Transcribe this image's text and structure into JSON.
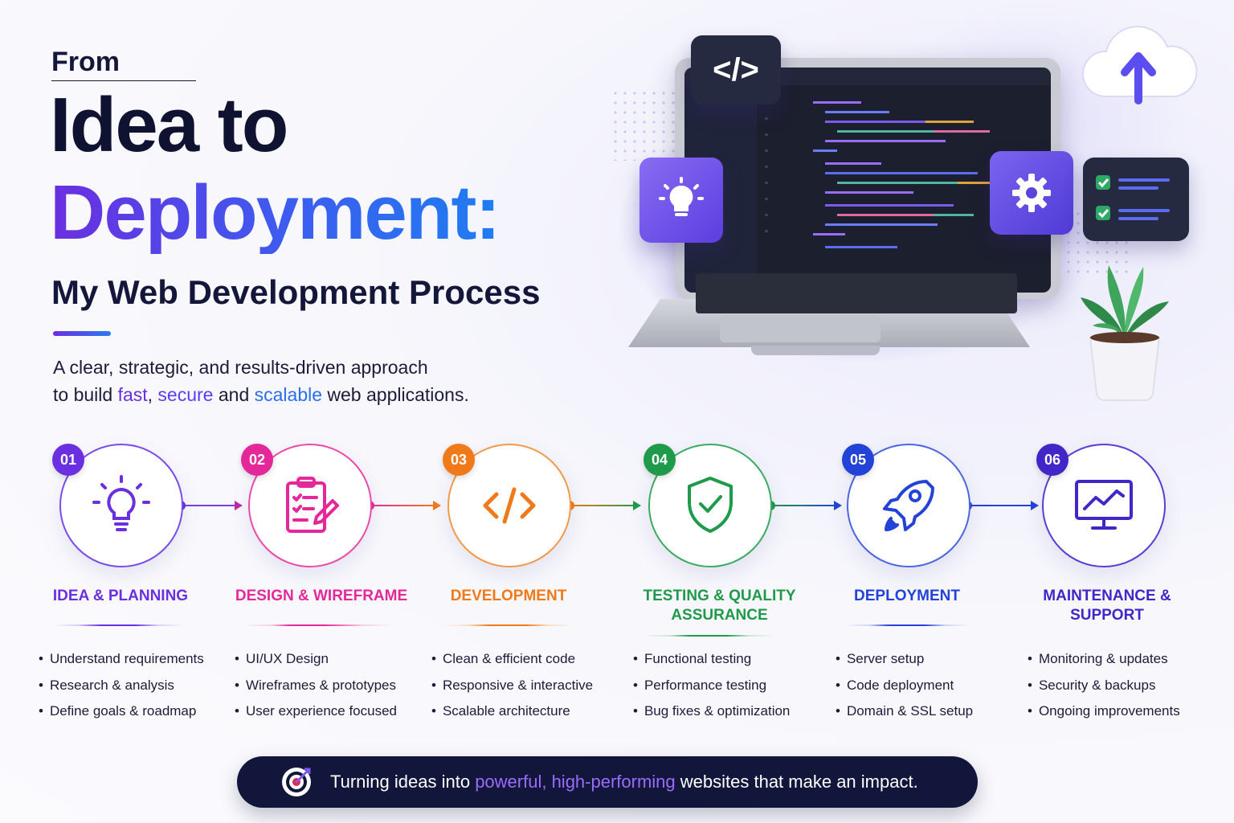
{
  "header": {
    "kicker": "From",
    "title_line1": "Idea to",
    "title_line2": "Deployment:",
    "subtitle": "My Web Development Process",
    "desc_line1": "A clear, strategic, and results-driven approach",
    "desc_part1": "to build ",
    "desc_fast": "fast",
    "desc_comma": ", ",
    "desc_secure": "secure",
    "desc_and": " and ",
    "desc_scalable": "scalable",
    "desc_end": " web applications."
  },
  "hero": {
    "code_tile_label": "</>"
  },
  "steps": [
    {
      "number": "01",
      "title": "IDEA & PLANNING",
      "color": "#6a2fe0",
      "icon": "lightbulb-icon",
      "items": [
        "Understand requirements",
        "Research & analysis",
        "Define goals & roadmap"
      ]
    },
    {
      "number": "02",
      "title": "DESIGN & WIREFRAME",
      "color": "#e4289a",
      "icon": "clipboard-icon",
      "items": [
        "UI/UX Design",
        "Wireframes & prototypes",
        "User experience focused"
      ]
    },
    {
      "number": "03",
      "title": "DEVELOPMENT",
      "color": "#f07a1a",
      "icon": "code-icon",
      "items": [
        "Clean & efficient code",
        "Responsive & interactive",
        "Scalable architecture"
      ]
    },
    {
      "number": "04",
      "title_line1": "TESTING & QUALITY",
      "title_line2": "ASSURANCE",
      "color": "#1f9a4a",
      "icon": "shield-check-icon",
      "items": [
        "Functional testing",
        "Performance testing",
        "Bug fixes & optimization"
      ]
    },
    {
      "number": "05",
      "title": "DEPLOYMENT",
      "color": "#2342d8",
      "icon": "rocket-icon",
      "items": [
        "Server setup",
        "Code deployment",
        "Domain & SSL setup"
      ]
    },
    {
      "number": "06",
      "title_line1": "MAINTENANCE &",
      "title_line2": "SUPPORT",
      "color": "#4326c8",
      "icon": "monitor-chart-icon",
      "items": [
        "Monitoring & updates",
        "Security & backups",
        "Ongoing improvements"
      ]
    }
  ],
  "banner": {
    "part1": "Turning ideas into ",
    "highlight": "powerful, high-performing",
    "part2": " websites that make an impact.",
    "icon": "target-icon"
  }
}
